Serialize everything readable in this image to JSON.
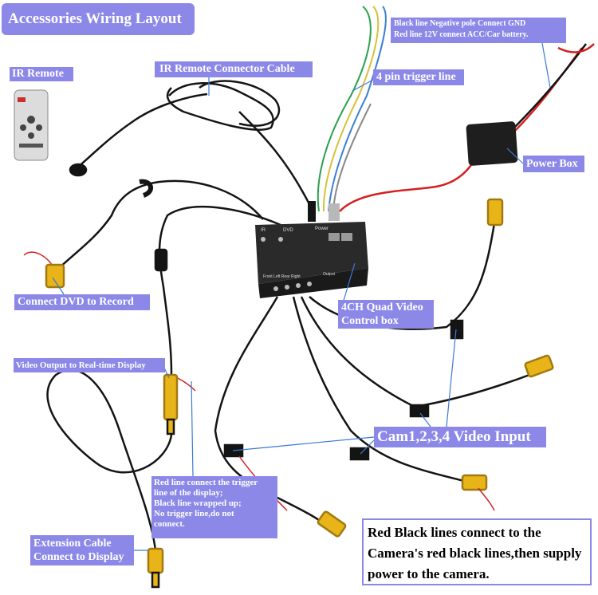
{
  "title": "Accessories Wiring Layout",
  "labels": {
    "ir_remote": "IR Remote",
    "ir_remote_cable": "IR Remote Connector Cable",
    "trigger_line": "4 pin trigger line",
    "power_note_1": "Black line Negative pole Connect GND",
    "power_note_2": "Red line 12V connect ACC/Car battery.",
    "power_box": "Power Box",
    "dvd": "Connect DVD to Record",
    "control_box_1": "4CH Quad Video",
    "control_box_2": "Control box",
    "video_output": "Video Output to Real-time Display",
    "cam_input": "Cam1,2,3,4 Video Input",
    "trigger_note_1": "Red line connect the trigger",
    "trigger_note_2": "line of the display;",
    "trigger_note_3": "Black line wrapped up;",
    "trigger_note_4": "No trigger line,do not",
    "trigger_note_5": "connect.",
    "extension_1": "Extension Cable",
    "extension_2": "Connect to Display",
    "power_cam_note": "Red Black lines connect to the Camera's red black lines,then supply power to the camera."
  },
  "box_text": {
    "port_ir": "IR",
    "port_dvd": "DVD",
    "port_pwr": "Power",
    "port_cam": "Front  Left  Rear  Right",
    "port_out": "Output"
  },
  "colors": {
    "label_bg": "#8c88e8",
    "pointer": "#3a7ad8",
    "cable": "#141414",
    "rca_yellow": "#e8b418",
    "red_wire": "#d42020",
    "box": "#2a2a2a"
  }
}
